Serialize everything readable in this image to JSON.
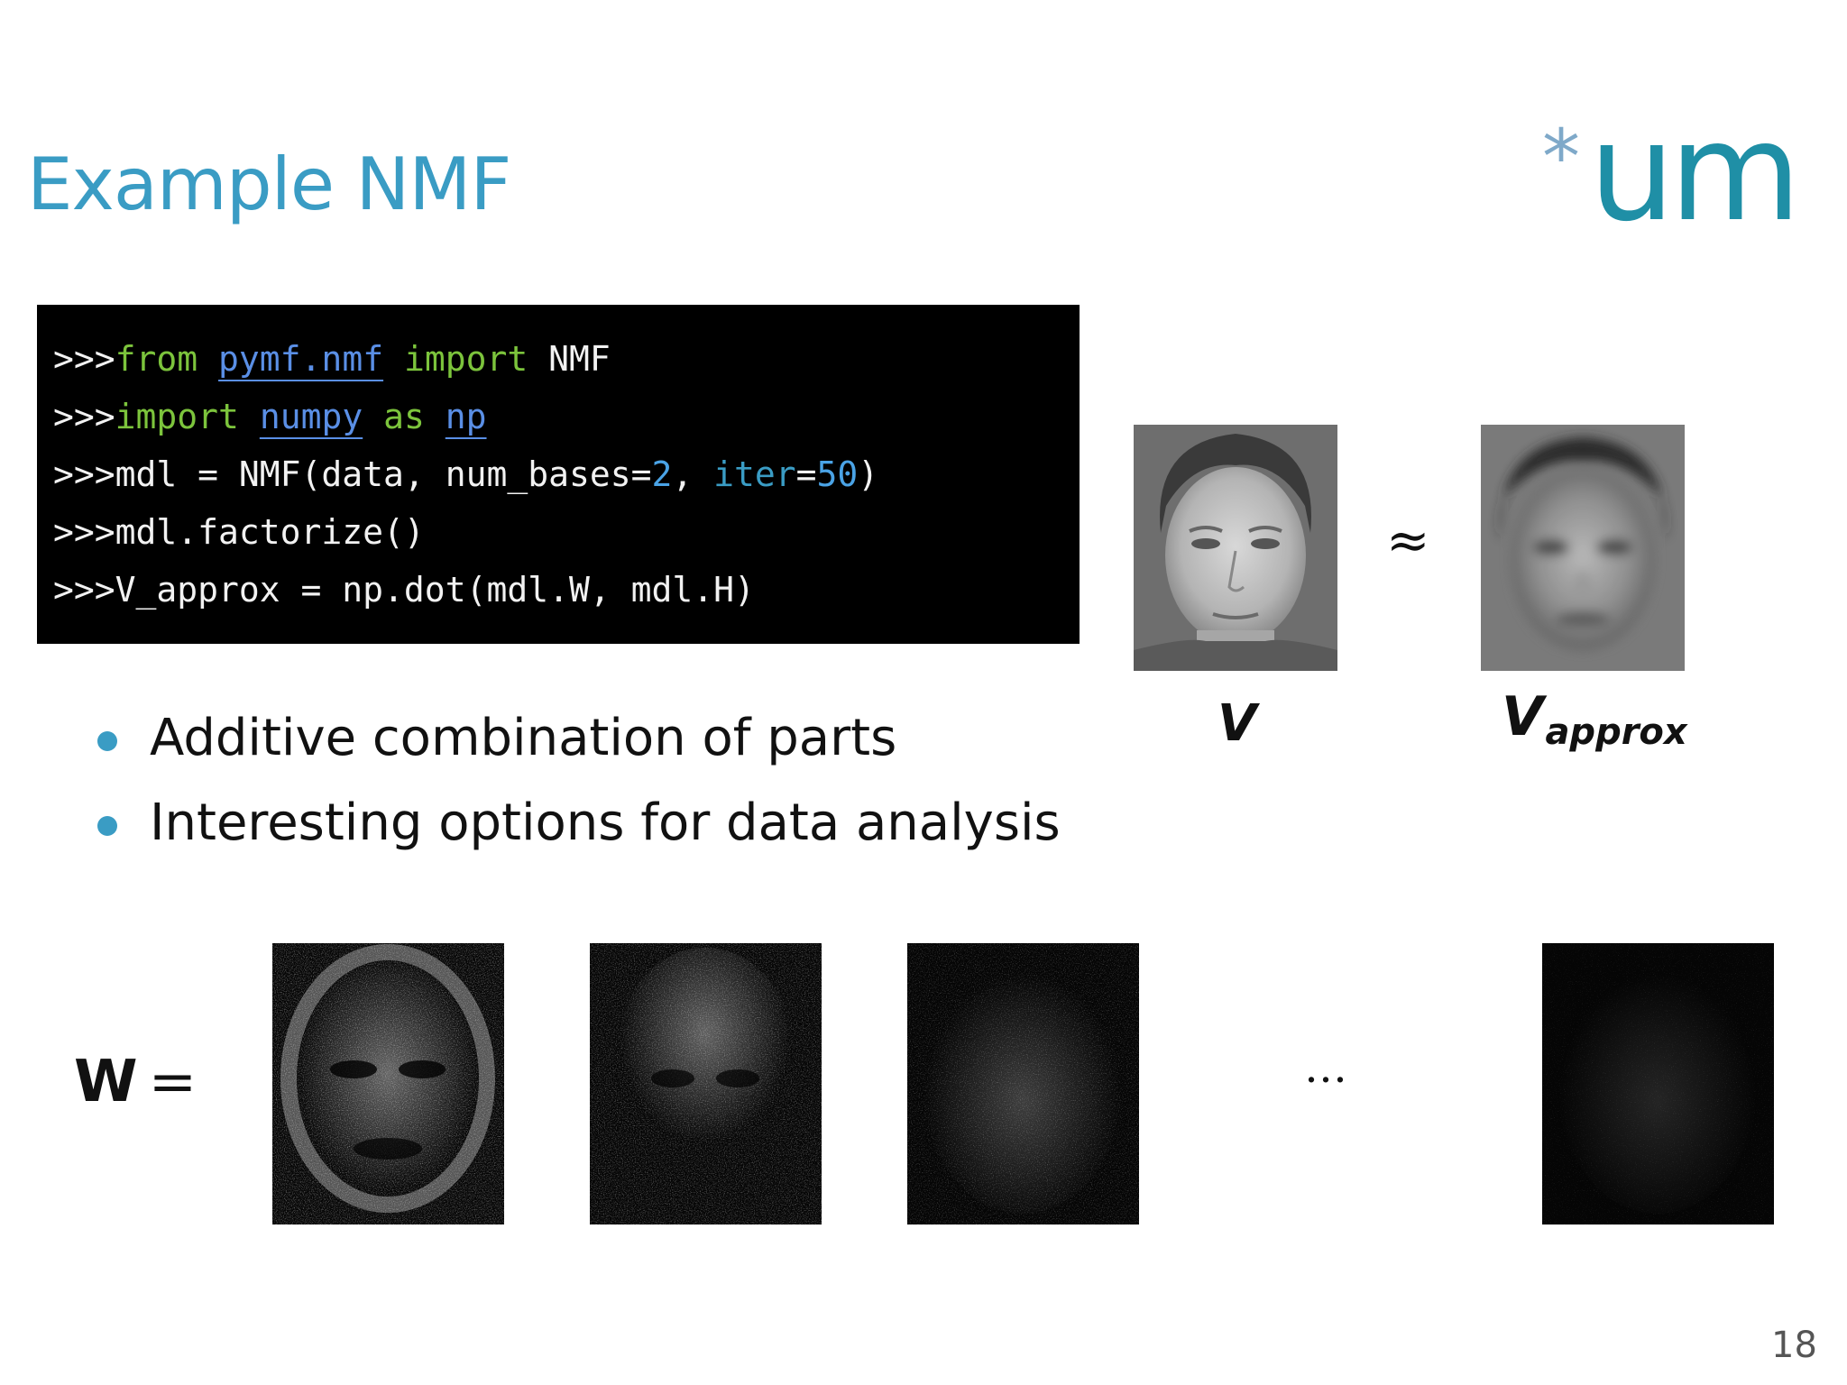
{
  "slide": {
    "title": "Example NMF",
    "page_number": "18"
  },
  "logo": {
    "star": "*",
    "text": "um",
    "colors": {
      "star": "#7fa9c9",
      "text": "#1f8fa6"
    }
  },
  "code": {
    "prompt": ">>>",
    "lines": [
      {
        "kw1": "from",
        "mod": "pymf.nmf",
        "kw2": "import",
        "rest": "NMF"
      },
      {
        "kw1": "import",
        "mod1": "numpy",
        "kw2": "as",
        "mod2": "np"
      },
      {
        "pre": "mdl = NMF(data, num_bases=",
        "num1": "2",
        "mid": ", ",
        "arg": "iter",
        "eq": "=",
        "num2": "50",
        "post": ")"
      },
      {
        "text": "mdl.factorize()"
      },
      {
        "text": "V_approx = np.dot(mdl.W, mdl.H)"
      }
    ]
  },
  "figure": {
    "v_label": "V",
    "approx_symbol": "≈",
    "vapprox_label": "V",
    "vapprox_subscript": "approx"
  },
  "bullets": [
    "Additive combination of parts",
    "Interesting options for data analysis"
  ],
  "w_row": {
    "lhs": "W",
    "equals": "=",
    "ellipsis": "…"
  },
  "colors": {
    "title": "#3a9cc4",
    "bullet": "#3a9cc4",
    "code_bg": "#000000",
    "code_keyword": "#7cc43c",
    "code_module": "#5a8fe6",
    "code_number": "#4aa3e6"
  }
}
